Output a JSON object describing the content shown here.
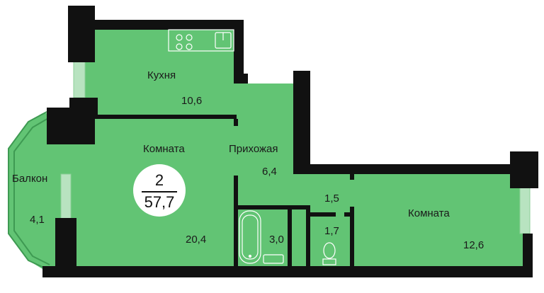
{
  "colors": {
    "floor": "#62c474",
    "wall": "#111111",
    "window": "#b8e3c0",
    "fixture": "#ffffff"
  },
  "apartment": {
    "rooms": "2",
    "total_area": "57,7"
  },
  "rooms": {
    "kitchen": {
      "name": "Кухня",
      "area": "10,6"
    },
    "living": {
      "name": "Комната",
      "area": "20,4"
    },
    "hall": {
      "name": "Прихожая",
      "area": "6,4"
    },
    "balcony": {
      "name": "Балкон",
      "area": "4,1"
    },
    "bath": {
      "area": "3,0"
    },
    "corridor": {
      "area": "1,5"
    },
    "wc": {
      "area": "1,7"
    },
    "bedroom": {
      "name": "Комната",
      "area": "12,6"
    }
  }
}
